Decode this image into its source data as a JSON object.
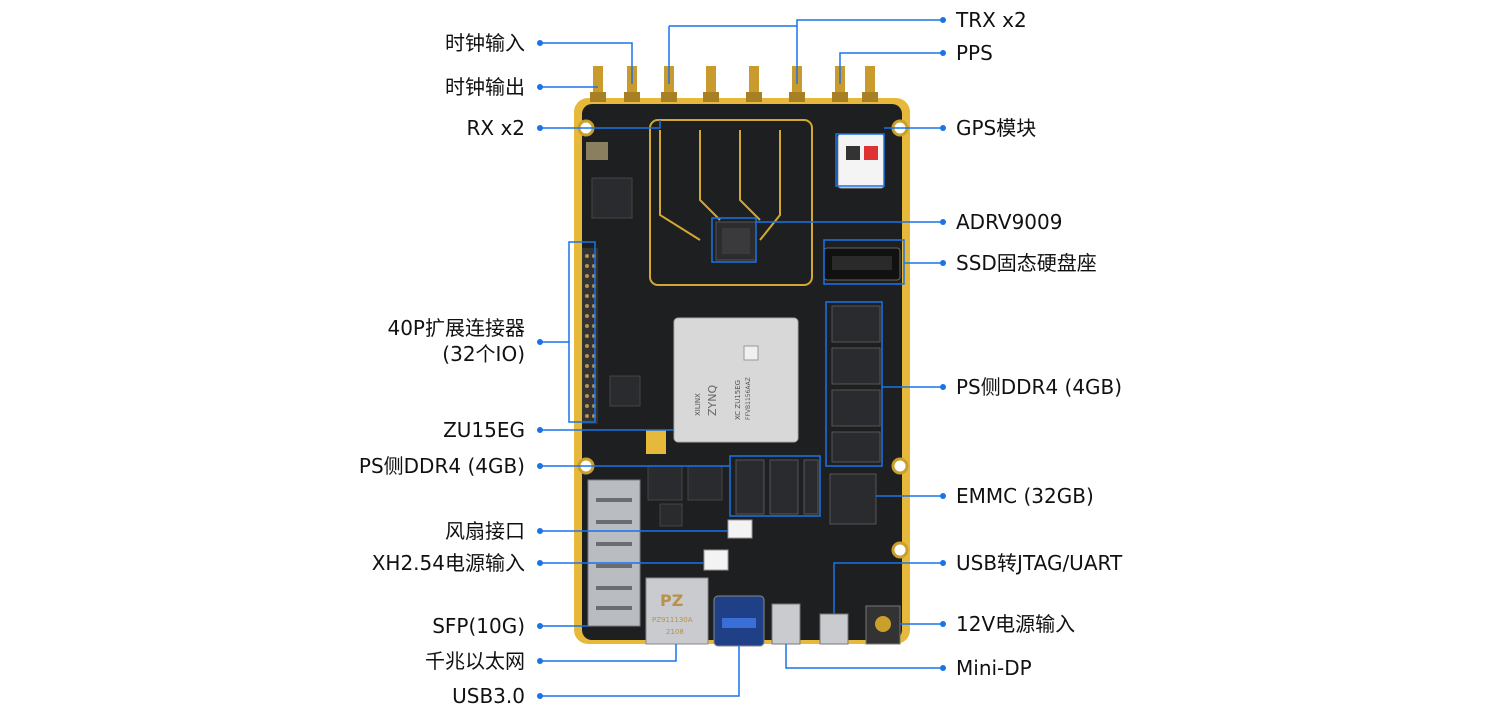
{
  "labels": {
    "left": [
      {
        "id": "clock-in",
        "text": "时钟输入"
      },
      {
        "id": "clock-out",
        "text": "时钟输出"
      },
      {
        "id": "rx",
        "text": "RX x2"
      },
      {
        "id": "exp-connector-1",
        "text": "40P扩展连接器"
      },
      {
        "id": "exp-connector-2",
        "text": "(32个IO)"
      },
      {
        "id": "zu15eg",
        "text": "ZU15EG"
      },
      {
        "id": "ps-ddr4-left",
        "text": "PS侧DDR4 (4GB)"
      },
      {
        "id": "fan",
        "text": "风扇接口"
      },
      {
        "id": "xh-power",
        "text": "XH2.54电源输入"
      },
      {
        "id": "sfp",
        "text": "SFP(10G)"
      },
      {
        "id": "ethernet",
        "text": "千兆以太网"
      },
      {
        "id": "usb30",
        "text": "USB3.0"
      }
    ],
    "right": [
      {
        "id": "trx",
        "text": "TRX x2"
      },
      {
        "id": "pps",
        "text": "PPS"
      },
      {
        "id": "gps",
        "text": "GPS模块"
      },
      {
        "id": "adrv9009",
        "text": "ADRV9009"
      },
      {
        "id": "ssd",
        "text": "SSD固态硬盘座"
      },
      {
        "id": "ps-ddr4-right",
        "text": "PS侧DDR4 (4GB)"
      },
      {
        "id": "emmc",
        "text": "EMMC (32GB)"
      },
      {
        "id": "usb-jtag",
        "text": "USB转JTAG/UART"
      },
      {
        "id": "power-12v",
        "text": "12V电源输入"
      },
      {
        "id": "minidp",
        "text": "Mini-DP"
      }
    ]
  },
  "chips": {
    "fpga_brand": "XILINX",
    "fpga_family": "ZYNQ",
    "fpga_part": "XC ZU15EG",
    "fpga_package": "FFVB1156AAZ",
    "rj45_logo": "PZ",
    "rj45_part": "PZ911130A",
    "rj45_code": "2108"
  },
  "colors": {
    "accent": "#1a73e8",
    "board": "#1e1f21",
    "board_edge": "#e7b93a",
    "chip": "#d8d8d8"
  }
}
